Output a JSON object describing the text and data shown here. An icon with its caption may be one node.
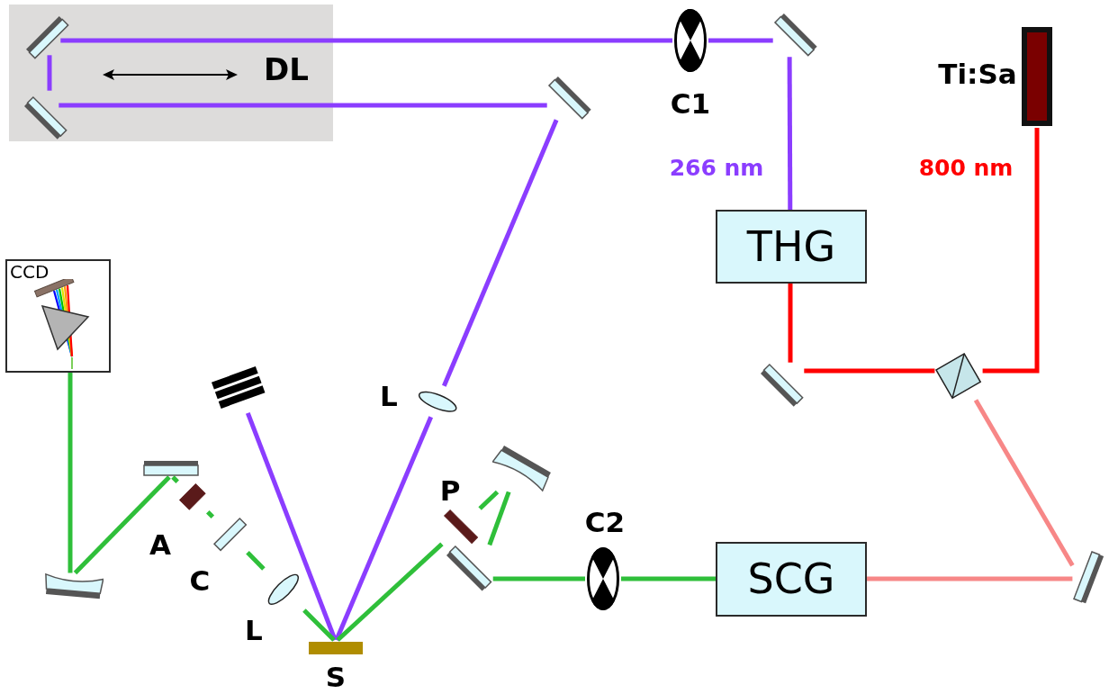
{
  "diagram": {
    "nodes": [
      {
        "text": [
          "DL"
        ]
      },
      {
        "text": [],
        "shape": "mirror",
        "in": 0
      },
      {
        "text": [],
        "shape": "mirror",
        "in": 0
      },
      {
        "text": [],
        "shape": "circle",
        "beside": [
          "C1"
        ]
      },
      {
        "text": [],
        "shape": "mirror"
      },
      {
        "text": [],
        "shape": "bar",
        "beside": [
          "Ti:Sa"
        ]
      },
      {
        "text": [],
        "shape": "mirror"
      },
      {
        "text": [
          "THG"
        ]
      },
      {
        "text": [
          "CCD"
        ]
      },
      {
        "text": [],
        "shape": "mirror"
      },
      {
        "text": [],
        "shape": "cube"
      },
      {
        "text": [],
        "shape": "box"
      },
      {
        "text": [],
        "shape": "lens",
        "beside": [
          "L"
        ]
      },
      {
        "text": [],
        "shape": "mirror"
      },
      {
        "text": [],
        "shape": "mirror"
      },
      {
        "text": [],
        "shape": "bar",
        "beside": [
          "P"
        ]
      },
      {
        "text": [],
        "shape": "bar",
        "beside": [
          "A"
        ]
      },
      {
        "text": [],
        "shape": "plate",
        "beside": [
          "C"
        ]
      },
      {
        "text": [],
        "shape": "mirror"
      },
      {
        "text": [],
        "shape": "circle",
        "beside": [
          "C2"
        ]
      },
      {
        "text": [
          "SCG"
        ]
      },
      {
        "text": [],
        "shape": "mirror"
      },
      {
        "text": [],
        "shape": "mirror"
      },
      {
        "text": [],
        "shape": "lens",
        "beside": [
          "L"
        ]
      },
      {
        "text": [],
        "shape": "bar",
        "beside": [
          "S"
        ]
      }
    ],
    "edges": [
      {
        "from": 5,
        "to": 10,
        "arrow": "none",
        "label": "800 nm",
        "color": "#ff0000"
      },
      {
        "from": 10,
        "to": 9,
        "arrow": "none",
        "color": "#ff0000"
      },
      {
        "from": 9,
        "to": 7,
        "arrow": "none",
        "color": "#ff0000"
      },
      {
        "from": 7,
        "to": 4,
        "arrow": "none",
        "label": "266 nm",
        "color": "#8b3dff"
      },
      {
        "from": 4,
        "to": 3,
        "arrow": "none",
        "color": "#8b3dff"
      },
      {
        "from": 3,
        "to": 1,
        "arrow": "none",
        "color": "#8b3dff"
      },
      {
        "from": 1,
        "to": 2,
        "arrow": "none",
        "color": "#8b3dff"
      },
      {
        "from": 2,
        "to": 6,
        "arrow": "none",
        "color": "#8b3dff"
      },
      {
        "from": 6,
        "to": 12,
        "arrow": "none",
        "color": "#8b3dff"
      },
      {
        "from": 12,
        "to": 24,
        "arrow": "none",
        "color": "#8b3dff"
      },
      {
        "from": 24,
        "to": 11,
        "arrow": "none",
        "color": "#8b3dff"
      },
      {
        "from": 10,
        "to": 21,
        "arrow": "none",
        "color": "#f78787"
      },
      {
        "from": 21,
        "to": 20,
        "arrow": "none",
        "color": "#f78787"
      },
      {
        "from": 20,
        "to": 19,
        "arrow": "none"
      },
      {
        "from": 19,
        "to": 18,
        "arrow": "none"
      },
      {
        "from": 18,
        "to": 14,
        "arrow": "none"
      },
      {
        "from": 14,
        "to": 15,
        "arrow": "none"
      },
      {
        "from": 15,
        "to": 24,
        "arrow": "none"
      },
      {
        "from": 24,
        "to": 23,
        "arrow": "none"
      },
      {
        "from": 23,
        "to": 17,
        "arrow": "none"
      },
      {
        "from": 17,
        "to": 16,
        "arrow": "none"
      },
      {
        "from": 16,
        "to": 13,
        "arrow": "none"
      },
      {
        "from": 13,
        "to": 22,
        "arrow": "none"
      },
      {
        "from": 22,
        "to": 8,
        "arrow": "none"
      }
    ]
  }
}
